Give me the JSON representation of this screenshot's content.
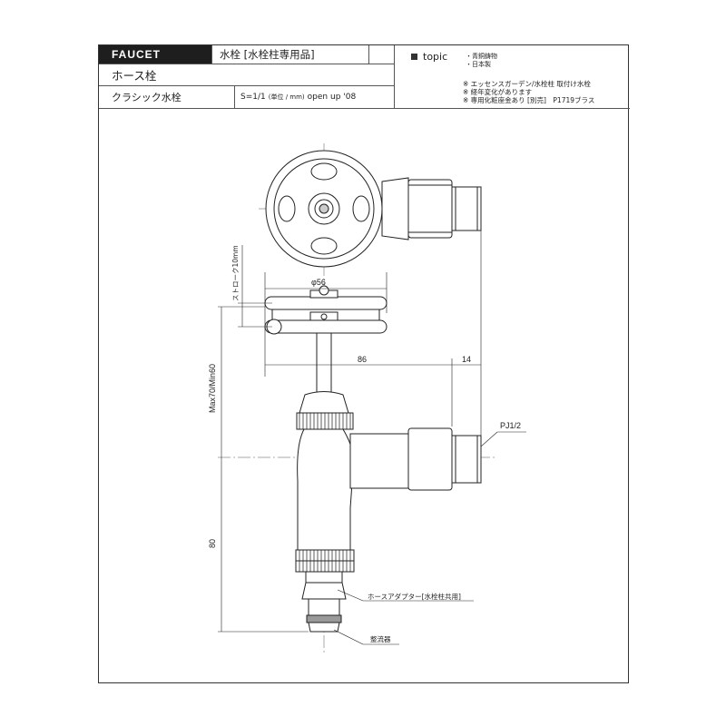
{
  "header": {
    "brand": "FAUCET",
    "category": "水栓 [水栓柱専用品]",
    "product_name": "ホース栓",
    "series": "クラシック水栓",
    "scale_prefix": "S=1/1",
    "scale_unit": "(単位 / mm)",
    "scale_suffix": "open up '08"
  },
  "topic": {
    "label": "topic",
    "specs": [
      "・青銅鋳物",
      "・日本製"
    ],
    "notes": [
      "※ エッセンスガーデン/水栓柱 取付け水栓",
      "※ 経年変化があります",
      "※ 専用化粧座金あり [別売]　P1719ブラス"
    ]
  },
  "drawing": {
    "dimensions": {
      "diameter": "φ56",
      "stroke": "ストローク10mm",
      "max_min": "Max70/Min60",
      "width_86": "86",
      "width_14": "14",
      "height_80": "80"
    },
    "labels": {
      "thread": "PJ1/2",
      "adapter": "ホースアダプター[水栓柱共用]",
      "aerator": "整流器"
    }
  }
}
